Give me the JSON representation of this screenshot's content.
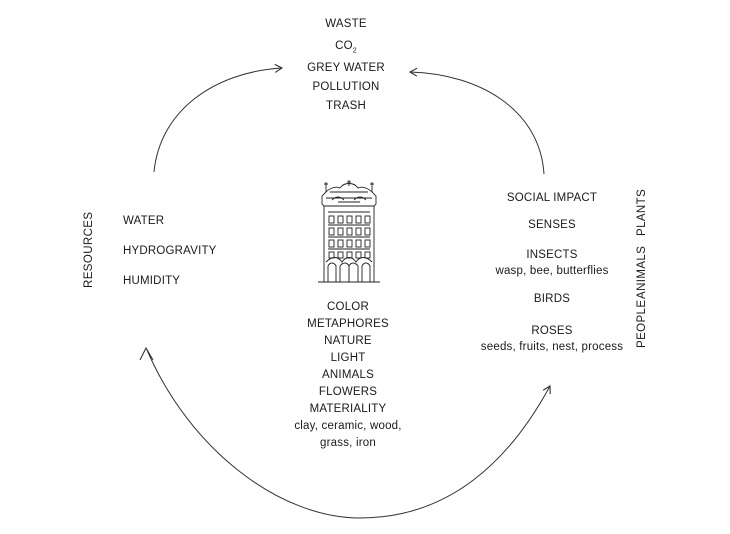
{
  "top_outputs": [
    "WASTE",
    "CO",
    "GREY WATER",
    "POLLUTION",
    "TRASH"
  ],
  "co2_subscript": "2",
  "resources": {
    "heading": "RESOURCES",
    "items": [
      "WATER",
      "HYDROGRAVITY",
      "HUMIDITY"
    ]
  },
  "center_concepts": [
    "COLOR",
    "METAPHORES",
    "NATURE",
    "LIGHT",
    "ANIMALS",
    "FLOWERS",
    "MATERIALITY"
  ],
  "materials": [
    "clay, ceramic, wood,",
    "grass, iron"
  ],
  "impact": {
    "items": [
      "SOCIAL IMPACT",
      "SENSES",
      "INSECTS",
      "BIRDS",
      "ROSES"
    ],
    "insects_detail": "wasp, bee, butterflies",
    "roses_detail": "seeds, fruits, nest, process"
  },
  "vertical_labels": [
    "PLANTS",
    "ANIMALS",
    "PEOPLE"
  ],
  "icon": "casa-batllo-building-icon"
}
